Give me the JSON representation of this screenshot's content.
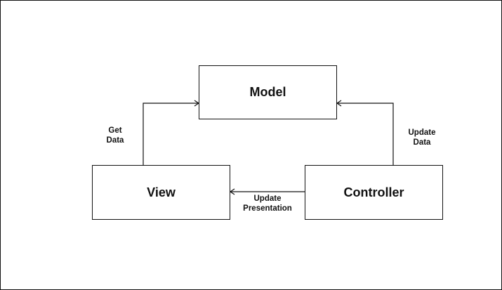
{
  "nodes": {
    "model": "Model",
    "view": "View",
    "controller": "Controller"
  },
  "edges": {
    "view_to_model": "Get\nData",
    "controller_to_model": "Update\nData",
    "controller_to_view": "Update\nPresentation"
  },
  "colors": {
    "stroke": "#111111",
    "background": "#ffffff"
  }
}
